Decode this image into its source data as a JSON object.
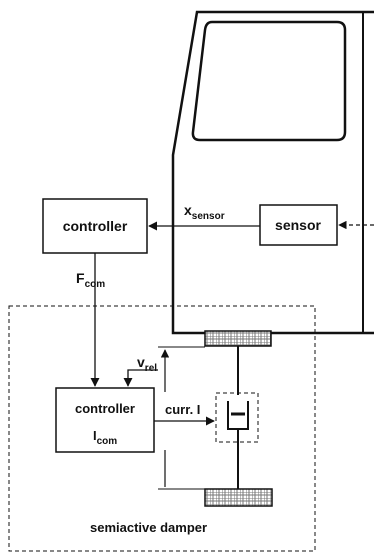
{
  "diagram": {
    "labels": {
      "controller_top": "controller",
      "sensor": "sensor",
      "x_sensor_main": "x",
      "x_sensor_sub": "sensor",
      "f_com_main": "F",
      "f_com_sub": "com",
      "v_rel_main": "v",
      "v_rel_sub": "rel",
      "controller_bottom": "controller",
      "i_com_main": "I",
      "i_com_sub": "com",
      "current": "curr. I",
      "semiactive_damper": "semiactive damper"
    }
  }
}
